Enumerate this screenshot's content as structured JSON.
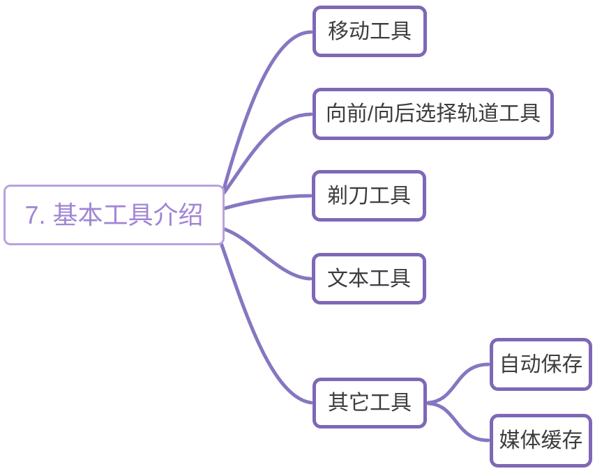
{
  "colors": {
    "background": "#ffffff",
    "root_border": "#b7a3dd",
    "root_text": "#a085d5",
    "branch_border": "#7e68b6",
    "branch_text": "#3d3d3d",
    "connector": "#8776c1"
  },
  "root": {
    "label": "7. 基本工具介绍"
  },
  "branches": [
    {
      "label": "移动工具",
      "children": []
    },
    {
      "label": "向前/向后选择轨道工具",
      "children": []
    },
    {
      "label": "剃刀工具",
      "children": []
    },
    {
      "label": "文本工具",
      "children": []
    },
    {
      "label": "其它工具",
      "children": [
        {
          "label": "自动保存"
        },
        {
          "label": "媒体缓存"
        }
      ]
    }
  ]
}
